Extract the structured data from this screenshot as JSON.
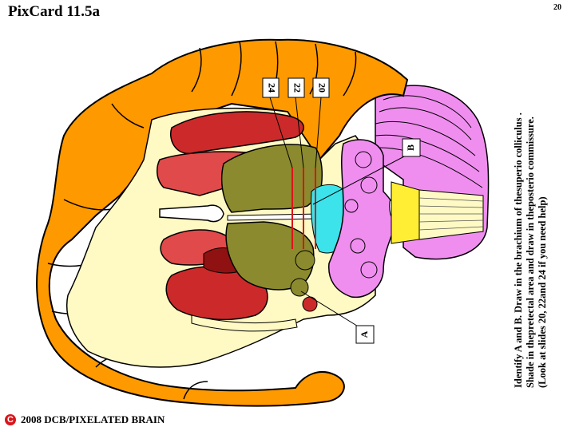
{
  "header": {
    "title": "PixCard 11.5a",
    "slide_number": "20"
  },
  "instructions": {
    "line1": "Identify A and B. Draw in the brachium of  thesuperio colliculus .",
    "line2": "Shade in thepretectal area and draw in theposterio commissure.",
    "line3": "(Look at slides 20, 22and 24 if you need help)"
  },
  "labels": {
    "slide24": "24",
    "slide22": "22",
    "slide20": "20",
    "label_a": "A",
    "label_b": "B"
  },
  "footer": {
    "icon": "copyright-icon",
    "icon_glyph": "C",
    "text": "2008  DCB/PIXELATED BRAIN"
  },
  "colors": {
    "cortex": "#ff9900",
    "white_matter": "#fff9c4",
    "thalamus": "#8b8a2e",
    "striatum": "#cc2a2a",
    "brainstem": "#f08ef0",
    "pretectal": "#3de3ea",
    "highlight_yellow": "#ffee33"
  }
}
